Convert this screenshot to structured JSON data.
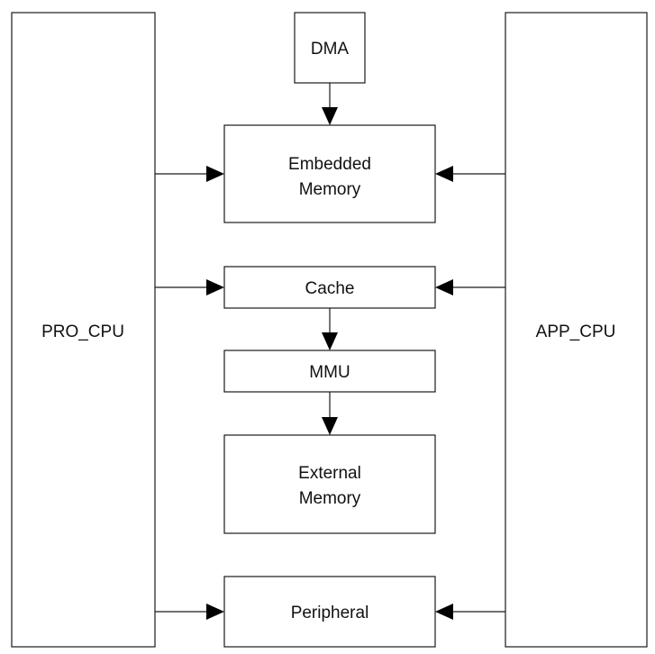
{
  "diagram": {
    "nodes": {
      "pro_cpu": {
        "label": "PRO_CPU"
      },
      "app_cpu": {
        "label": "APP_CPU"
      },
      "dma": {
        "label": "DMA"
      },
      "embedded_memory": {
        "lines": [
          "Embedded",
          "Memory"
        ]
      },
      "cache": {
        "label": "Cache"
      },
      "mmu": {
        "label": "MMU"
      },
      "external_memory": {
        "lines": [
          "External",
          "Memory"
        ]
      },
      "peripheral": {
        "label": "Peripheral"
      }
    },
    "edges": [
      {
        "from": "dma",
        "to": "embedded_memory"
      },
      {
        "from": "pro_cpu",
        "to": "embedded_memory"
      },
      {
        "from": "app_cpu",
        "to": "embedded_memory"
      },
      {
        "from": "pro_cpu",
        "to": "cache"
      },
      {
        "from": "app_cpu",
        "to": "cache"
      },
      {
        "from": "cache",
        "to": "mmu"
      },
      {
        "from": "mmu",
        "to": "external_memory"
      },
      {
        "from": "pro_cpu",
        "to": "peripheral"
      },
      {
        "from": "app_cpu",
        "to": "peripheral"
      }
    ]
  }
}
